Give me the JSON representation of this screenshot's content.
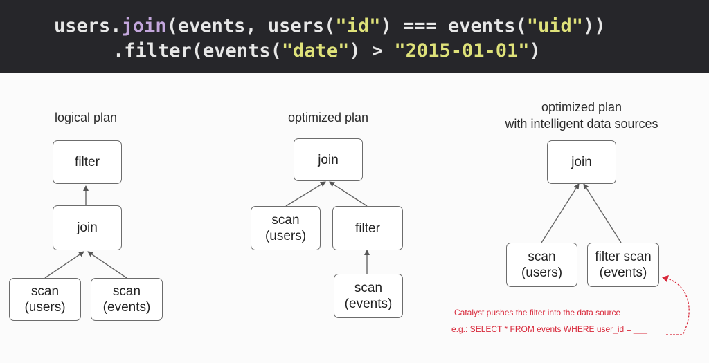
{
  "code": {
    "line1": [
      {
        "text": "users.",
        "kind": "plain"
      },
      {
        "text": "join",
        "kind": "fn"
      },
      {
        "text": "(events, users(",
        "kind": "plain"
      },
      {
        "text": "\"id\"",
        "kind": "str"
      },
      {
        "text": ") === events(",
        "kind": "plain"
      },
      {
        "text": "\"uid\"",
        "kind": "str"
      },
      {
        "text": "))",
        "kind": "plain"
      }
    ],
    "line2": [
      {
        "text": ".filter(events(",
        "kind": "plain"
      },
      {
        "text": "\"date\"",
        "kind": "str"
      },
      {
        "text": ") > ",
        "kind": "plain"
      },
      {
        "text": "\"2015-01-01\"",
        "kind": "str"
      },
      {
        "text": ")",
        "kind": "plain"
      }
    ]
  },
  "columns": {
    "logical": {
      "title": "logical plan",
      "filter": "filter",
      "join": "join",
      "scan_users": "scan\n(users)",
      "scan_events": "scan\n(events)"
    },
    "optimized": {
      "title": "optimized plan",
      "join": "join",
      "scan_users": "scan\n(users)",
      "filter": "filter",
      "scan_events": "scan\n(events)"
    },
    "intelligent": {
      "title": "optimized plan\nwith intelligent data sources",
      "join": "join",
      "scan_users": "scan\n(users)",
      "filter_scan_events": "filter scan\n(events)"
    }
  },
  "annotation": {
    "line1": "Catalyst pushes the filter into the data source",
    "line2": "e.g.: SELECT * FROM events WHERE user_id = ___"
  },
  "colors": {
    "banner_bg": "#26262a",
    "code_text": "#e7e7e7",
    "code_fn": "#c4a7dd",
    "code_string": "#dfe27a",
    "annotation": "#d8283a"
  }
}
